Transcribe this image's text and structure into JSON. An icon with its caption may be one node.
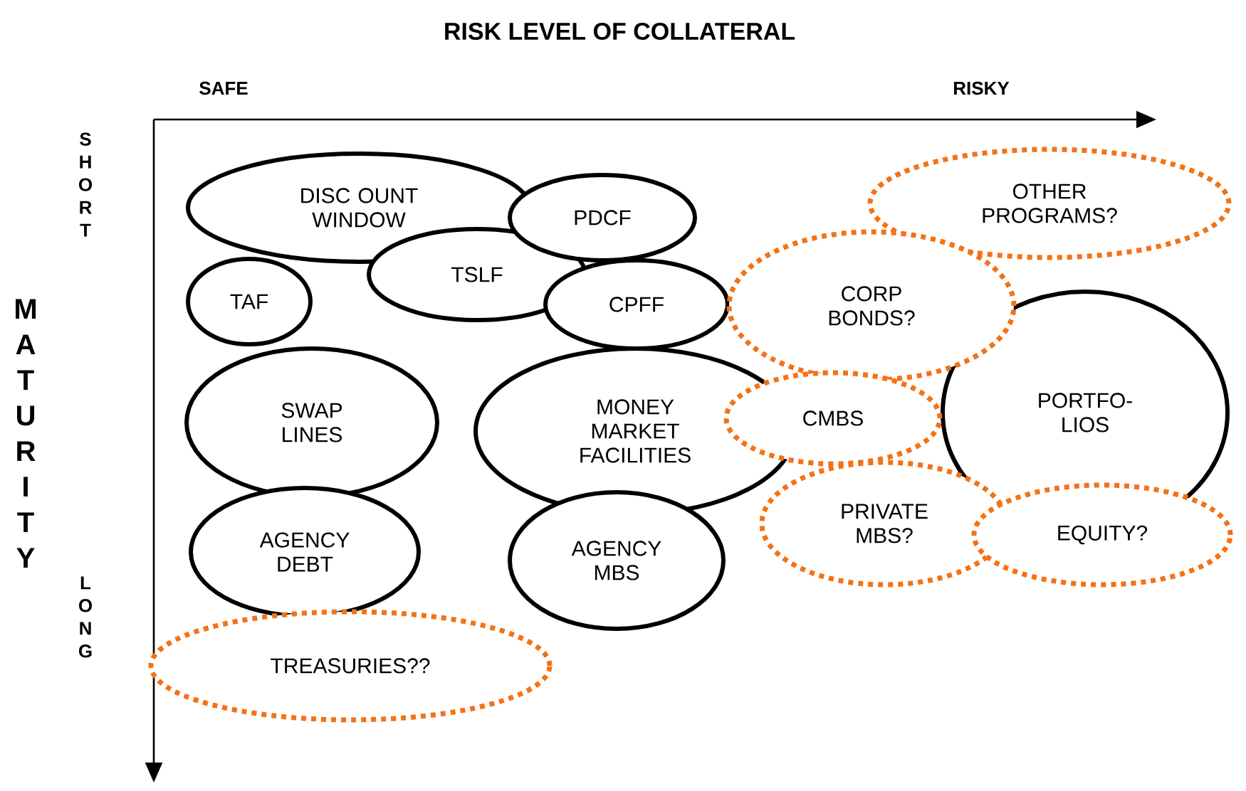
{
  "diagram": {
    "nodes": [
      {
        "text": [
          "DISC OUNT WINDOW"
        ]
      },
      {
        "text": [
          "PDCF"
        ]
      },
      {
        "text": [
          "TSLF"
        ]
      },
      {
        "text": [
          "TAF"
        ]
      },
      {
        "text": [
          "CPFF"
        ]
      },
      {
        "text": [
          "OTHER PROGRAMS?"
        ]
      },
      {
        "text": [
          "CORP BONDS?"
        ]
      },
      {
        "text": [
          "PORTFO- LIOS"
        ]
      },
      {
        "text": [
          "SWAP LINES"
        ]
      },
      {
        "text": [
          "MONEY MARKET FACILITIES"
        ]
      },
      {
        "text": [
          "CMBS"
        ]
      },
      {
        "text": [
          "PRIVATE MBS?"
        ]
      },
      {
        "text": [
          "EQUITY?"
        ]
      },
      {
        "text": [
          "AGENCY DEBT"
        ]
      },
      {
        "text": [
          "AGENCY MBS"
        ]
      },
      {
        "text": [
          "TREASURIES??"
        ]
      }
    ],
    "edges": [],
    "labels": [
      "RISK LEVEL OF COLLATERAL",
      "SAFE",
      "RISKY",
      "SHORT",
      "MATURITY",
      "LONG"
    ]
  }
}
